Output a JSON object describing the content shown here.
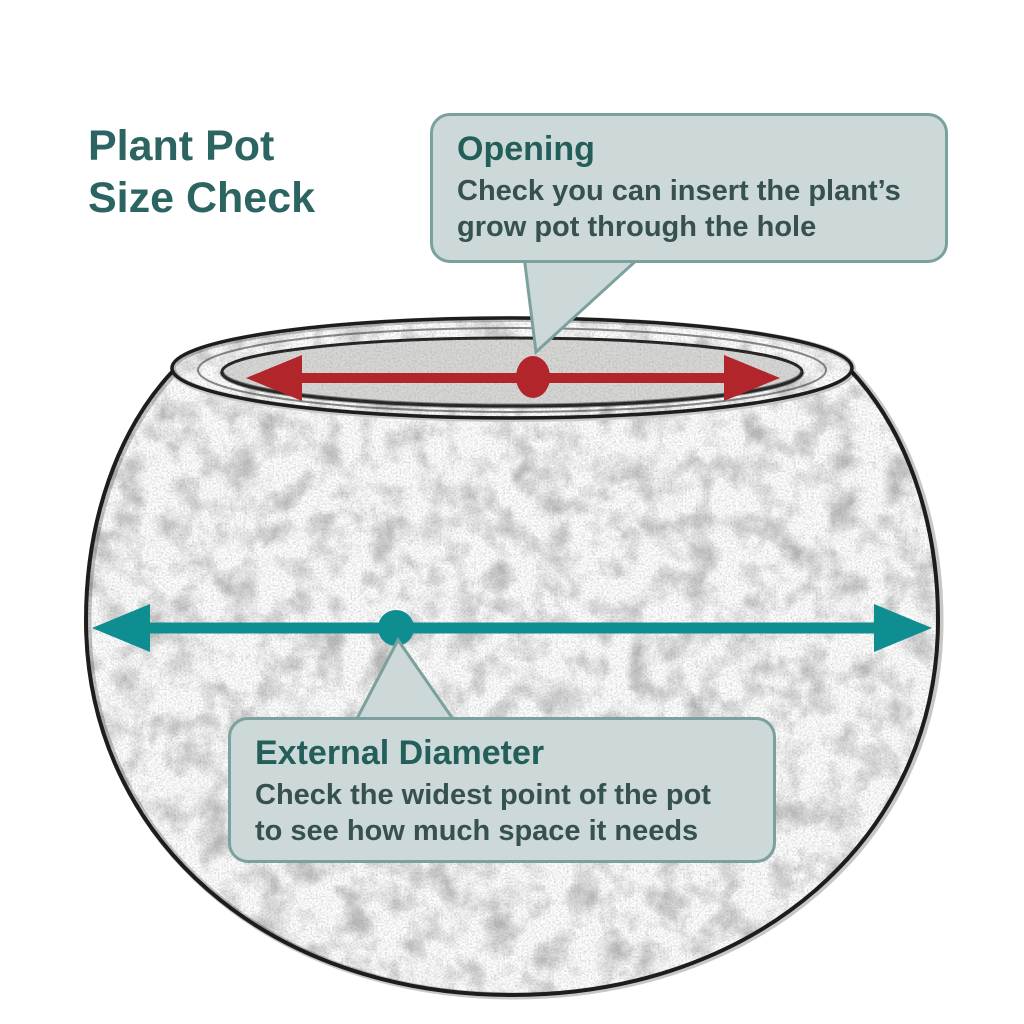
{
  "title": {
    "line1": "Plant Pot",
    "line2": "Size Check"
  },
  "callouts": {
    "opening": {
      "heading": "Opening",
      "body_line1": "Check you can insert the plant’s",
      "body_line2": "grow pot through the hole"
    },
    "external": {
      "heading": "External Diameter",
      "body_line1": "Check the widest point of the pot",
      "body_line2": "to see how much space it needs"
    }
  },
  "diagram": {
    "subject": "hand-sketched round plant pot with measurement arrows",
    "opening_marker": "red double-headed arrow across pot opening with center dot",
    "external_marker": "teal double-headed arrow across widest point with center dot"
  },
  "colors": {
    "accent_red": "#b2252a",
    "accent_teal": "#0f8e92",
    "callout_bg": "#ccd9d8",
    "callout_border": "#7ba19e",
    "title_text": "#2b6461",
    "outline": "#1d1d1d"
  }
}
